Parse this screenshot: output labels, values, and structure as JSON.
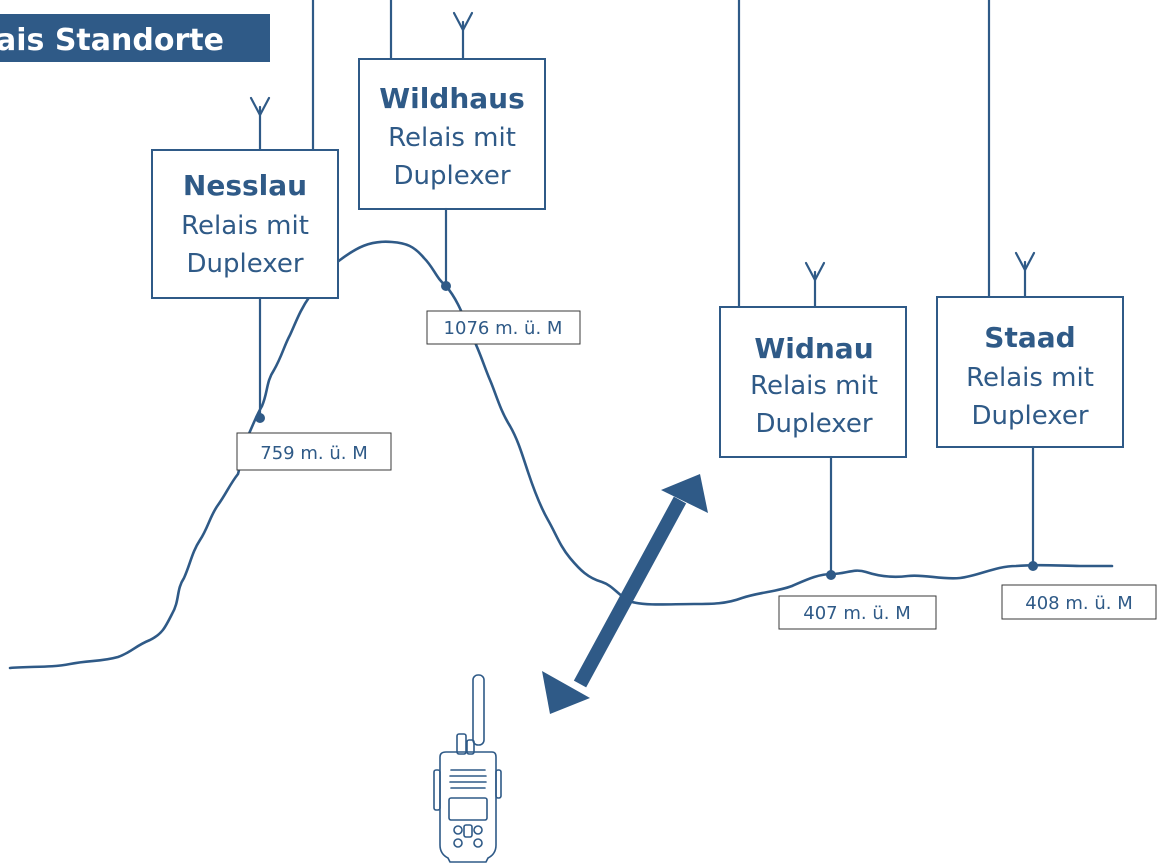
{
  "title": "ais Standorte",
  "colors": {
    "primary": "#2f5a87",
    "label_border": "#3a3a3a",
    "background": "#ffffff"
  },
  "sites": [
    {
      "name": "Nesslau",
      "line1": "Relais mit",
      "line2": "Duplexer",
      "altitude": "759 m. ü. M"
    },
    {
      "name": "Wildhaus",
      "line1": "Relais mit",
      "line2": "Duplexer",
      "altitude": "1076 m. ü. M"
    },
    {
      "name": "Widnau",
      "line1": "Relais mit",
      "line2": "Duplexer",
      "altitude": "407 m. ü. M"
    },
    {
      "name": "Staad",
      "line1": "Relais mit",
      "line2": "Duplexer",
      "altitude": "408 m. ü. M"
    }
  ],
  "icons": {
    "radio": "handheld-radio-icon",
    "antenna": "antenna-icon",
    "link": "double-arrow-icon"
  }
}
